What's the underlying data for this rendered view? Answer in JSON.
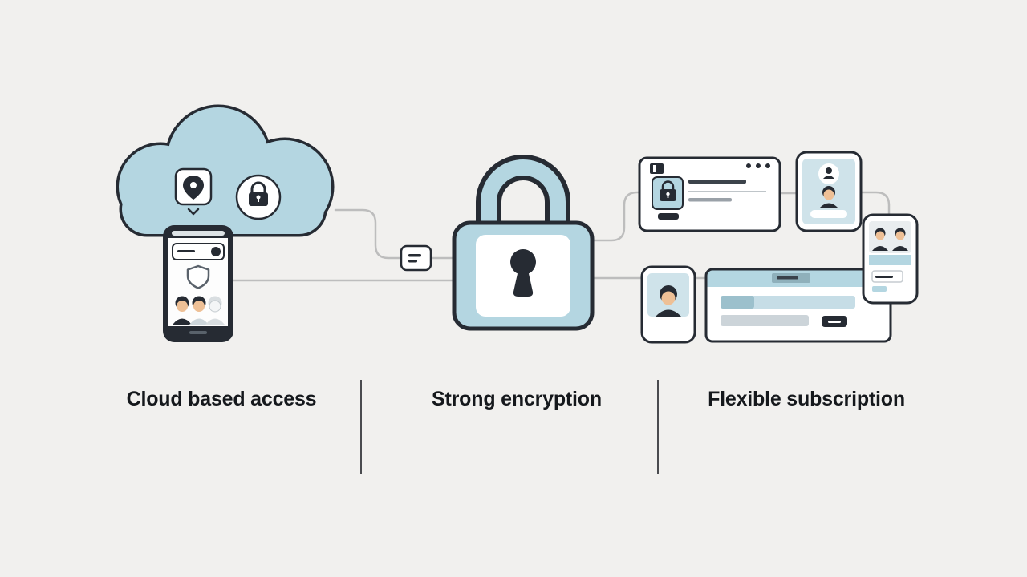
{
  "page": {
    "kind": "feature-diagram"
  },
  "palette": {
    "bg": "#f1f0ee",
    "outline": "#262b33",
    "light_blue": "#b4d6e1",
    "pale_blue": "#cfe3ea",
    "connector": "#bdbdbd",
    "skin": "#eec096",
    "text": "#15181c",
    "divider": "#4a4b4f"
  },
  "features": [
    {
      "id": "cloud-based-access",
      "label": "Cloud based access"
    },
    {
      "id": "strong-encryption",
      "label": "Strong encryption"
    },
    {
      "id": "flexible-subscription",
      "label": "Flexible subscription"
    }
  ],
  "icons": {
    "cloud": "cloud-icon",
    "location_pin": "location-pin-icon",
    "chevron_down": "chevron-down-icon",
    "lock_badge": "lock-badge-icon",
    "smartphone": "smartphone-icon",
    "shield": "shield-icon",
    "avatars": "avatar-group",
    "connector_chip": "connector-chip-icon",
    "padlock": "padlock-icon",
    "keyhole": "keyhole-icon",
    "id_card": "id-card-icon",
    "card_lock": "card-lock-icon",
    "phone_profile": "phone-profile-icon",
    "browser_window": "browser-window-icon",
    "phone_user": "phone-user-icon",
    "phone_gallery": "phone-gallery-icon"
  }
}
